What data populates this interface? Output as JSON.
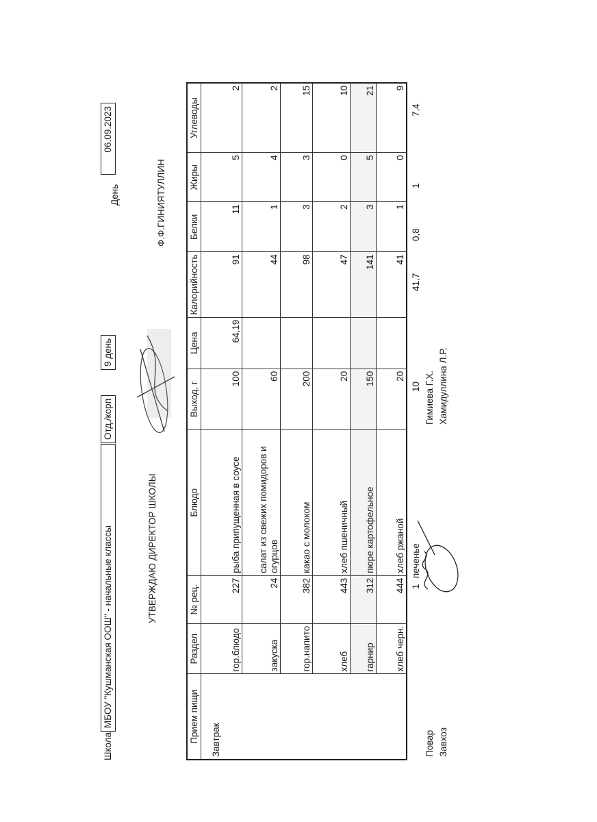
{
  "header": {
    "school_label": "Школа",
    "school_name": "МБОУ \"Кушманская ООШ\" - начальные классы",
    "dept_label": "Отд./корп",
    "day_number": "9 день",
    "day_label": "День",
    "date": "06.09.2023",
    "approve_text": "УТВЕРЖДАЮ ДИРЕКТОР  ШКОЛЫ",
    "director_name": "Ф.Ф.ГИНИЯТУЛЛИН"
  },
  "table": {
    "columns": [
      "Прием пищи",
      "Раздел",
      "№ рец.",
      "Блюдо",
      "Выход, г",
      "Цена",
      "Калорийность",
      "Белки",
      "Жиры",
      "Углеводы"
    ],
    "meal": "Завтрак",
    "rows": [
      {
        "section": "гор.блюдо",
        "recipe": "227",
        "dish": "рыба припущенная в соусе",
        "yield": "100",
        "price": "64,19",
        "kcal": "91",
        "protein": "11",
        "fat": "5",
        "carbs": "2"
      },
      {
        "section": "закуска",
        "recipe": "24",
        "dish": "салат из свежих помидоров и огурцов",
        "yield": "60",
        "price": "",
        "kcal": "44",
        "protein": "1",
        "fat": "4",
        "carbs": "2"
      },
      {
        "section": "гор.напито",
        "recipe": "382",
        "dish": "какао с молоком",
        "yield": "200",
        "price": "",
        "kcal": "98",
        "protein": "3",
        "fat": "3",
        "carbs": "15"
      },
      {
        "section": "хлеб",
        "recipe": "443",
        "dish": "хлеб пшеничный",
        "yield": "20",
        "price": "",
        "kcal": "47",
        "protein": "2",
        "fat": "0",
        "carbs": "10"
      },
      {
        "section": "гарнир",
        "recipe": "312",
        "dish": "пюре картофельное",
        "yield": "150",
        "price": "",
        "kcal": "141",
        "protein": "3",
        "fat": "5",
        "carbs": "21"
      },
      {
        "section": "хлеб черн.",
        "recipe": "444",
        "dish": "хлеб ржаной",
        "yield": "20",
        "price": "",
        "kcal": "41",
        "protein": "1",
        "fat": "0",
        "carbs": "9"
      }
    ]
  },
  "extra": {
    "recipe": "1",
    "dish": "печенье",
    "yield": "10",
    "kcal": "41,7",
    "protein": "0,8",
    "fat": "1",
    "carbs": "7,4"
  },
  "footer": {
    "cook_label": "Повар",
    "cook_name": "Гимиева Г.Х.",
    "storekeeper_label": "Завхоз",
    "storekeeper_name": "Хамидуллина Л.Р."
  }
}
